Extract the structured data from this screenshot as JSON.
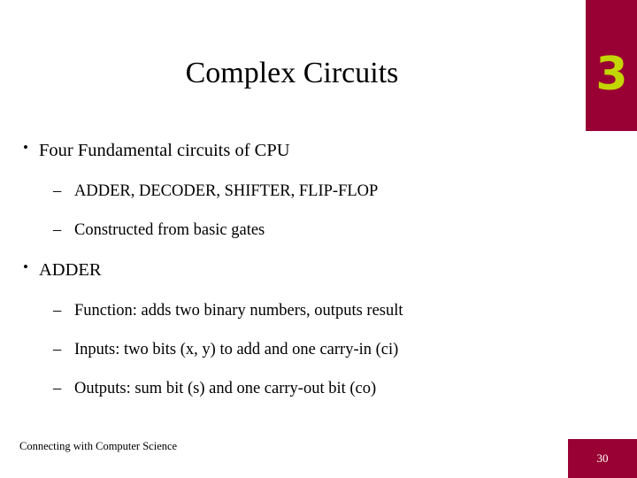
{
  "slide": {
    "title": "Complex Circuits",
    "corner_number": "3",
    "accent_color": "#990033",
    "corner_number_color": "#c3d600",
    "bullets": [
      {
        "level": 1,
        "marker": "•",
        "text": "Four Fundamental circuits of CPU"
      },
      {
        "level": 2,
        "marker": "–",
        "text": "ADDER, DECODER, SHIFTER, FLIP-FLOP"
      },
      {
        "level": 2,
        "marker": "–",
        "text": "Constructed from basic gates"
      },
      {
        "level": 1,
        "marker": "•",
        "text": "ADDER"
      },
      {
        "level": 2,
        "marker": "–",
        "text": "Function: adds two binary numbers, outputs result"
      },
      {
        "level": 2,
        "marker": "–",
        "text": "Inputs: two bits (x, y) to add and one carry-in (ci)"
      },
      {
        "level": 2,
        "marker": "–",
        "text": "Outputs: sum bit (s) and one carry-out bit (co)"
      }
    ],
    "footer": {
      "text": "Connecting with Computer Science",
      "page_number": "30"
    }
  }
}
